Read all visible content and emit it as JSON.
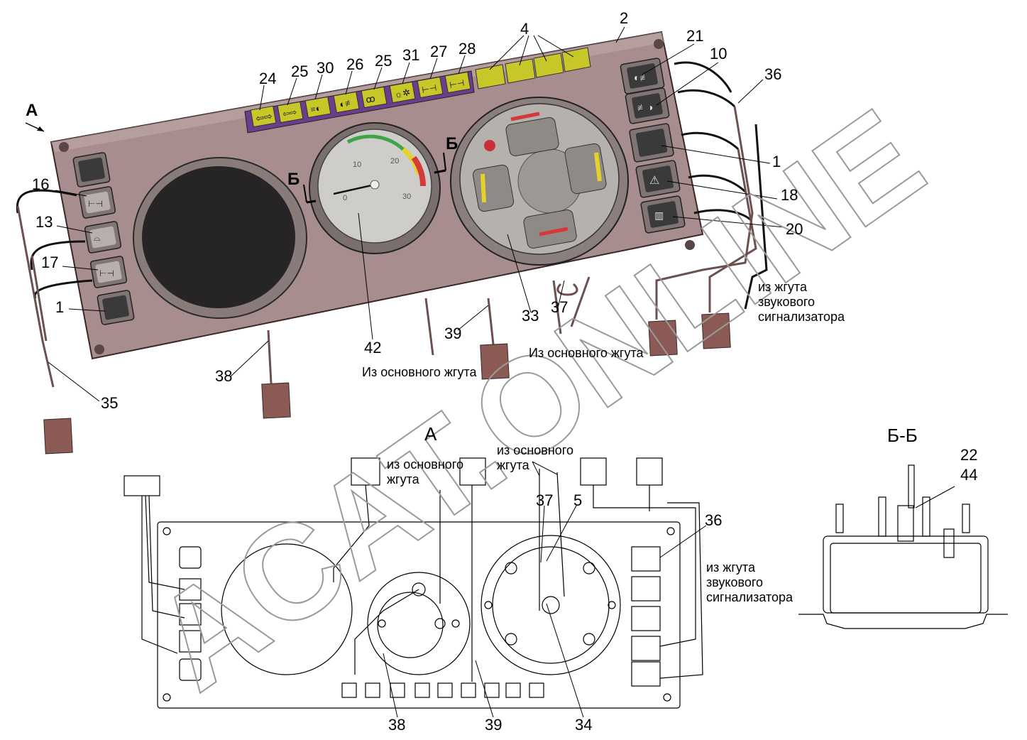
{
  "watermark": "ACAT.ONLINE",
  "view_labels": {
    "a_top": "А",
    "b_left": "Б",
    "b_right": "Б",
    "view_a": "А",
    "section_bb": "Б-Б"
  },
  "callouts": {
    "n2": "2",
    "n4": "4",
    "n21": "21",
    "n10": "10",
    "n36": "36",
    "n24": "24",
    "n25a": "25",
    "n30": "30",
    "n26": "26",
    "n25b": "25",
    "n31": "31",
    "n27": "27",
    "n28": "28",
    "n16": "16",
    "n13": "13",
    "n17": "17",
    "n1_left": "1",
    "n1_right": "1",
    "n18": "18",
    "n20": "20",
    "n42": "42",
    "n33": "33",
    "n37": "37",
    "n39": "39",
    "n38": "38",
    "n35": "35",
    "n37_b": "37",
    "n5": "5",
    "n36_b": "36",
    "n38_b": "38",
    "n39_b": "39",
    "n34": "34",
    "n22": "22",
    "n44": "44"
  },
  "captions": {
    "sound_harness_1": "из жгута",
    "sound_harness_2": "звукового",
    "sound_harness_3": "сигнализатора",
    "main_harness_a": "Из основного жгута",
    "main_harness_b": "Из основного жгута",
    "main_low_1": "из основного",
    "main_low_2": "жгута",
    "main_low2_1": "из основного",
    "main_low2_2": "жгута",
    "sound_low_1": "из жгута",
    "sound_low_2": "звукового",
    "sound_low_3": "сигнализатора"
  },
  "gauge": {
    "ticks": [
      "0",
      "10",
      "20",
      "30"
    ]
  },
  "colors": {
    "panel": "#a78d8d",
    "lamp_yellow": "#c8c72a",
    "lamp_strip": "#6b3d8a",
    "gauge_green": "#3fa34a",
    "gauge_yellow": "#e3d22a",
    "gauge_red": "#d43a3a"
  }
}
